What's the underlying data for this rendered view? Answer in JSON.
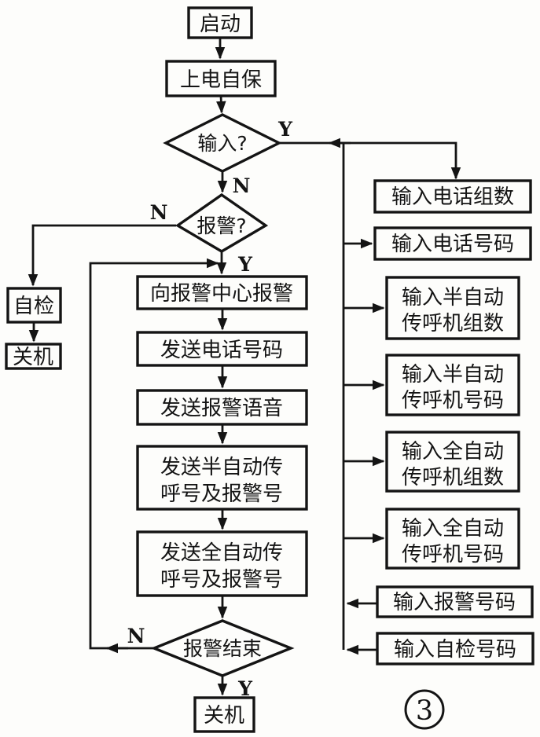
{
  "diagram": {
    "nodes": {
      "start": {
        "label": "启动"
      },
      "power_on_hold": {
        "label": "上电自保"
      },
      "input_decision": {
        "label": "输入?"
      },
      "alarm_decision": {
        "label": "报警?"
      },
      "self_test": {
        "label": "自检"
      },
      "shutdown_left": {
        "label": "关机"
      },
      "report_to_center": {
        "label": "向报警中心报警"
      },
      "send_phone_number": {
        "label": "发送电话号码"
      },
      "send_alarm_voice": {
        "label": "发送报警语音"
      },
      "send_semi_auto": {
        "line1": "发送半自动传",
        "line2": "呼号及报警号"
      },
      "send_full_auto": {
        "line1": "发送全自动传",
        "line2": "呼号及报警号"
      },
      "alarm_end_decision": {
        "label": "报警结束"
      },
      "shutdown_bottom": {
        "label": "关机"
      }
    },
    "right_nodes": {
      "phone_group_count": {
        "label": "输入电话组数"
      },
      "phone_number": {
        "label": "输入电话号码"
      },
      "semi_pager_group_count": {
        "line1": "输入半自动",
        "line2": "传呼机组数"
      },
      "semi_pager_number": {
        "line1": "输入半自动",
        "line2": "传呼机号码"
      },
      "full_pager_group_count": {
        "line1": "输入全自动",
        "line2": "传呼机组数"
      },
      "full_pager_number": {
        "line1": "输入全自动",
        "line2": "传呼机号码"
      },
      "alarm_number": {
        "label": "输入报警号码"
      },
      "self_test_number": {
        "label": "输入自检号码"
      }
    },
    "branch_labels": {
      "input_yes": "Y",
      "input_no": "N",
      "alarm_no": "N",
      "alarm_yes": "Y",
      "end_no": "N",
      "end_yes": "Y"
    },
    "figure_number": "3",
    "colors": {
      "ink": "#141414",
      "paper": "#fdfdfb"
    }
  }
}
